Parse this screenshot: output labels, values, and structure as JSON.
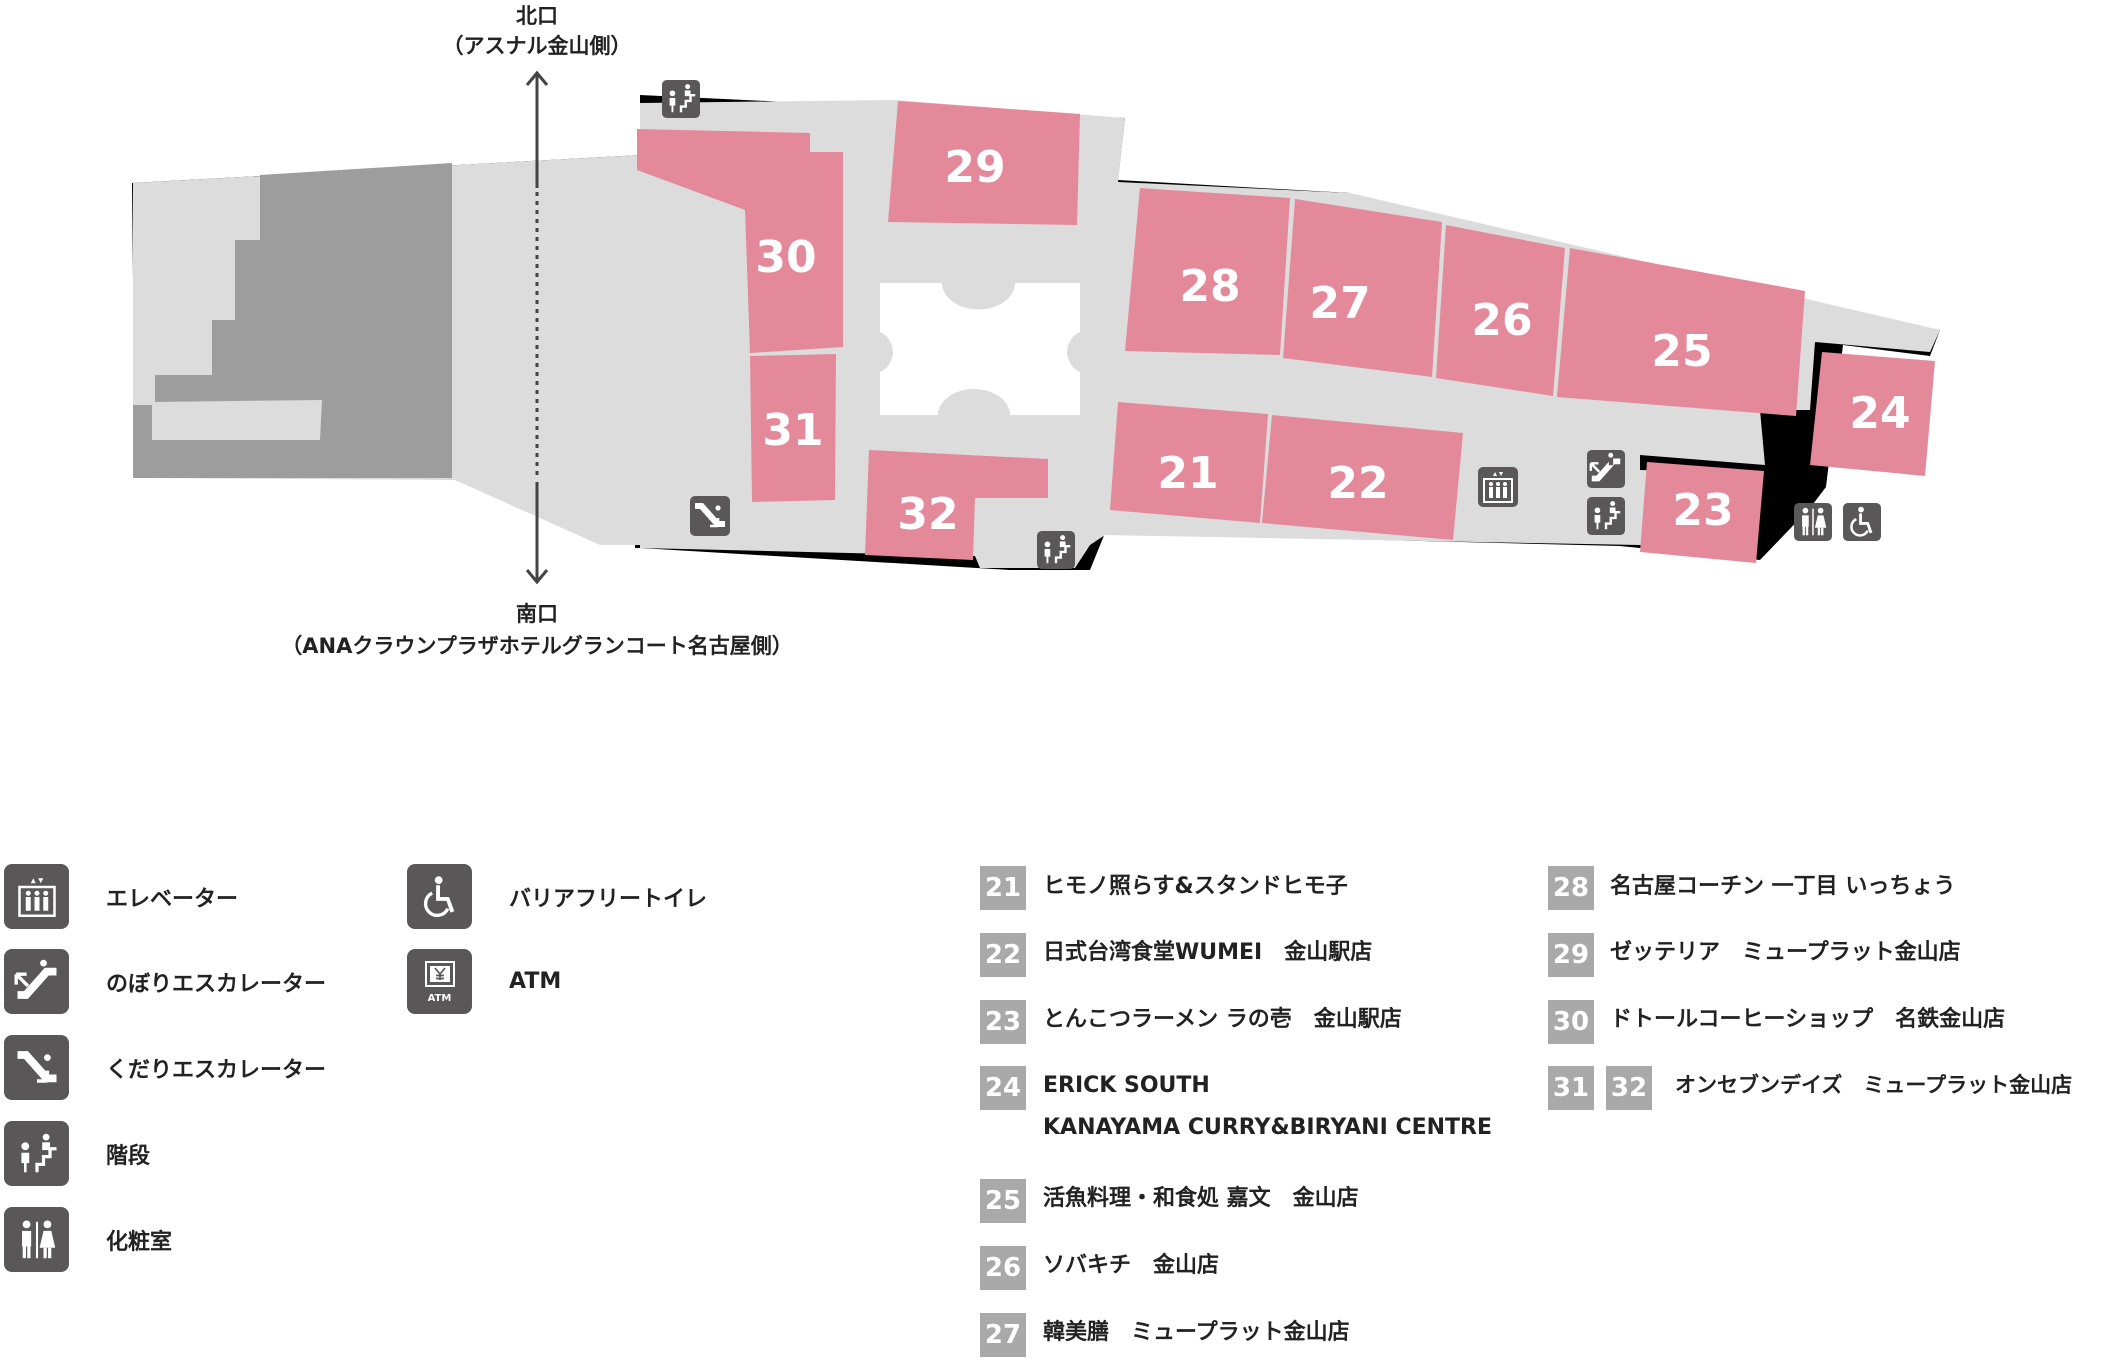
{
  "annotations": {
    "north_label": "北口",
    "north_sub": "（アスナル金山側）",
    "south_label": "南口",
    "south_sub": "（ANAクラウンプラザホテルグランコート名古屋側）"
  },
  "colors": {
    "shop": "#e4899a",
    "corridor": "#dcdcdc",
    "building": "#9d9d9d",
    "icon_bg": "#595757",
    "badge": "#a9a9a9"
  },
  "map_shops": [
    "21",
    "22",
    "23",
    "24",
    "25",
    "26",
    "27",
    "28",
    "29",
    "30",
    "31",
    "32"
  ],
  "map_icons": [
    "stairs-icon",
    "escalator-down-icon",
    "stairs-icon",
    "elevator-icon",
    "escalator-up-icon",
    "stairs-icon",
    "restroom-icon",
    "barrier-free-restroom-icon"
  ],
  "legend": [
    {
      "icon": "elevator-icon",
      "label": "エレベーター"
    },
    {
      "icon": "escalator-up-icon",
      "label": "のぼりエスカレーター"
    },
    {
      "icon": "escalator-down-icon",
      "label": "くだりエスカレーター"
    },
    {
      "icon": "stairs-icon",
      "label": "階段"
    },
    {
      "icon": "restroom-icon",
      "label": "化粧室"
    },
    {
      "icon": "barrier-free-restroom-icon",
      "label": "バリアフリートイレ"
    },
    {
      "icon": "atm-icon",
      "label": "ATM",
      "icon_text": "ATM"
    }
  ],
  "shops": [
    {
      "numbers": [
        "21"
      ],
      "lines": [
        "ヒモノ照らす&スタンドヒモ子"
      ]
    },
    {
      "numbers": [
        "22"
      ],
      "lines": [
        "日式台湾食堂WUMEI　金山駅店"
      ]
    },
    {
      "numbers": [
        "23"
      ],
      "lines": [
        "とんこつラーメン ラの壱　金山駅店"
      ]
    },
    {
      "numbers": [
        "24"
      ],
      "lines": [
        "ERICK SOUTH",
        "KANAYAMA CURRY&BIRYANI CENTRE"
      ]
    },
    {
      "numbers": [
        "25"
      ],
      "lines": [
        "活魚料理・和食処 嘉文　金山店"
      ]
    },
    {
      "numbers": [
        "26"
      ],
      "lines": [
        "ソバキチ　金山店"
      ]
    },
    {
      "numbers": [
        "27"
      ],
      "lines": [
        "韓美膳　ミュープラット金山店"
      ]
    },
    {
      "numbers": [
        "28"
      ],
      "lines": [
        "名古屋コーチン 一丁目 いっちょう"
      ]
    },
    {
      "numbers": [
        "29"
      ],
      "lines": [
        "ゼッテリア　ミュープラット金山店"
      ]
    },
    {
      "numbers": [
        "30"
      ],
      "lines": [
        "ドトールコーヒーショップ　名鉄金山店"
      ]
    },
    {
      "numbers": [
        "31",
        "32"
      ],
      "lines": [
        "オンセブンデイズ　ミュープラット金山店"
      ]
    }
  ]
}
